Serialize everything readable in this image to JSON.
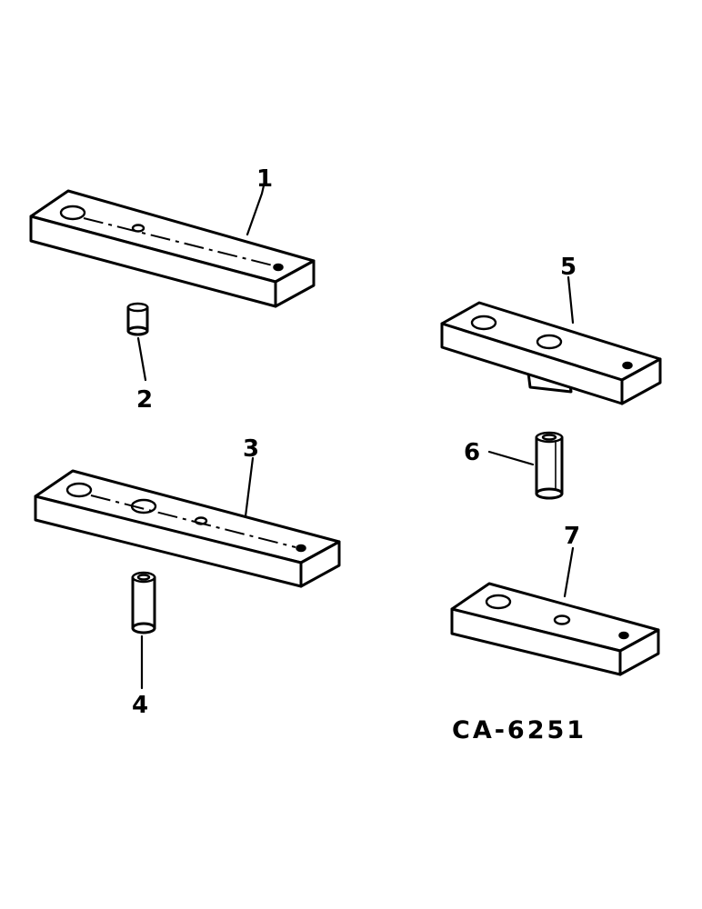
{
  "callouts": {
    "c1": "1",
    "c2": "2",
    "c3": "3",
    "c4": "4",
    "c5": "5",
    "c6": "6",
    "c7": "7"
  },
  "drawing_code": "CA-6251"
}
